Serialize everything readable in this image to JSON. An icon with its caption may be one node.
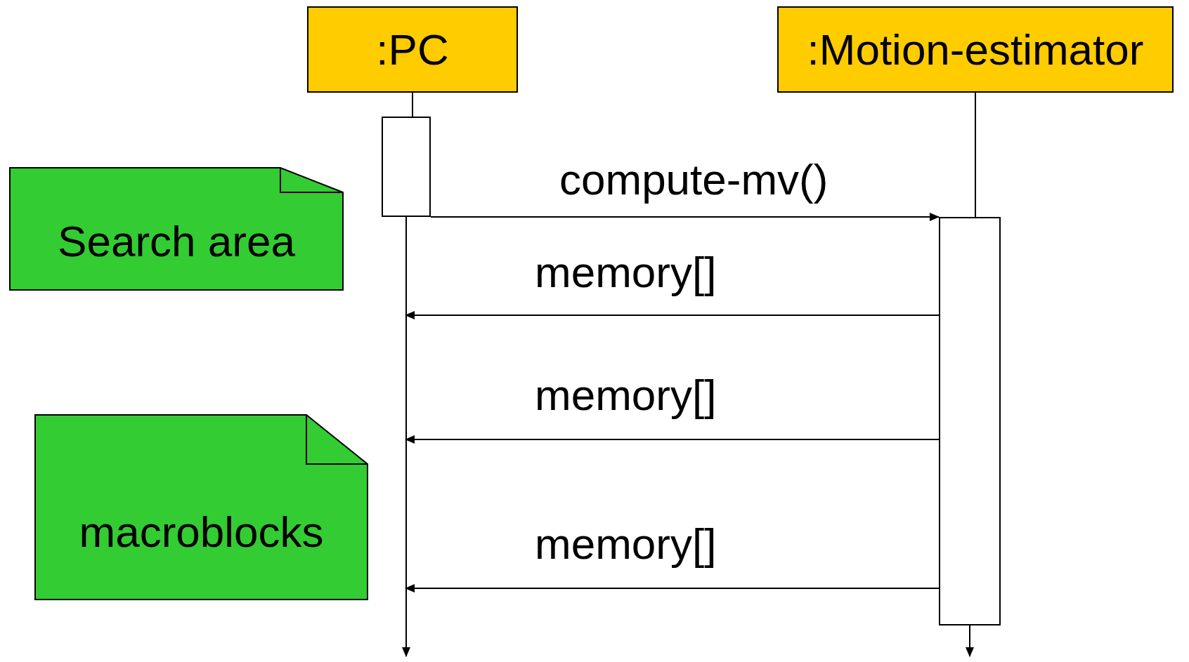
{
  "diagram": {
    "nodes": [
      {
        "text": [
          ":PC"
        ]
      },
      {
        "text": [
          ":Motion-estimator"
        ]
      },
      {
        "text": [],
        "shape": "box"
      },
      {
        "text": [],
        "shape": "box"
      },
      {
        "text": [
          "Search area"
        ]
      },
      {
        "text": [
          "macroblocks"
        ]
      }
    ],
    "edges": [
      {
        "from": 0,
        "to": 2,
        "arrow": "none"
      },
      {
        "from": 2,
        "to": null,
        "arrow": "to"
      },
      {
        "from": 1,
        "to": 3,
        "arrow": "none"
      },
      {
        "from": 3,
        "to": null,
        "arrow": "to"
      },
      {
        "from": 2,
        "to": 3,
        "arrow": "to",
        "label": "compute-mv()"
      },
      {
        "from": 3,
        "to": null,
        "arrow": "to",
        "label": "memory[]"
      },
      {
        "from": 3,
        "to": null,
        "arrow": "to",
        "label": "memory[]"
      },
      {
        "from": 3,
        "to": null,
        "arrow": "to",
        "label": "memory[]"
      }
    ]
  }
}
